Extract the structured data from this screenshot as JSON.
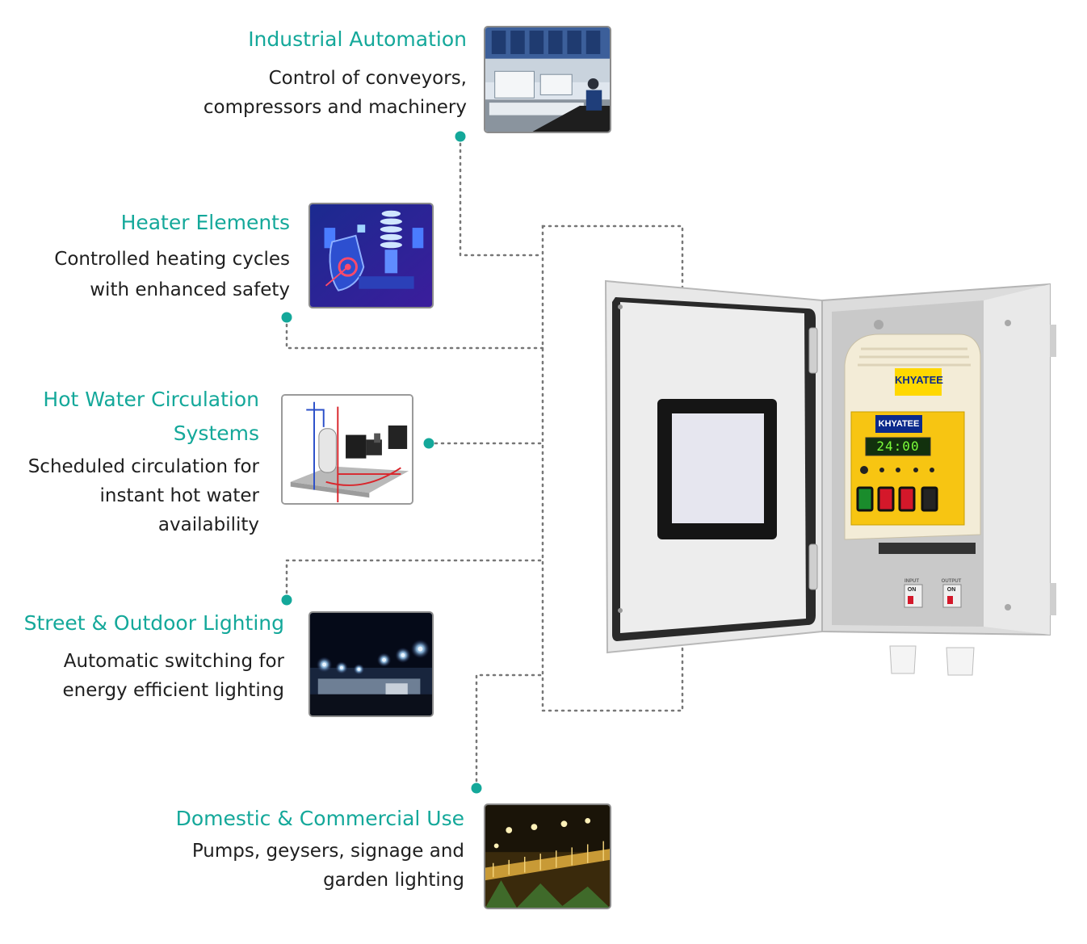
{
  "colors": {
    "accent": "#14a89a",
    "text": "#1f1f1f",
    "connector": "#777777"
  },
  "applications": [
    {
      "title": "Industrial Automation",
      "lines": [
        "Control of conveyors,",
        "compressors and machinery"
      ],
      "icon": "factory-control-room-photo"
    },
    {
      "title": "Heater Elements",
      "lines": [
        "Controlled heating cycles",
        "with enhanced safety"
      ],
      "icon": "heater-shield-illustration"
    },
    {
      "title_lines": [
        "Hot Water Circulation",
        "Systems"
      ],
      "lines": [
        "Scheduled circulation for",
        "instant hot water",
        "availability"
      ],
      "icon": "hot-water-circulation-diagram"
    },
    {
      "title": "Street & Outdoor Lighting",
      "lines": [
        "Automatic switching for",
        "energy efficient lighting"
      ],
      "icon": "street-lights-night-photo"
    },
    {
      "title": "Domestic & Commercial Use",
      "lines": [
        "Pumps, geysers, signage and",
        "garden lighting"
      ],
      "icon": "garden-lighting-photo"
    }
  ],
  "device": {
    "brand": "KHYATEE",
    "display_time": "24:00",
    "input_label": "INPUT",
    "output_label": "OUTPUT",
    "switch_state": "ON"
  }
}
